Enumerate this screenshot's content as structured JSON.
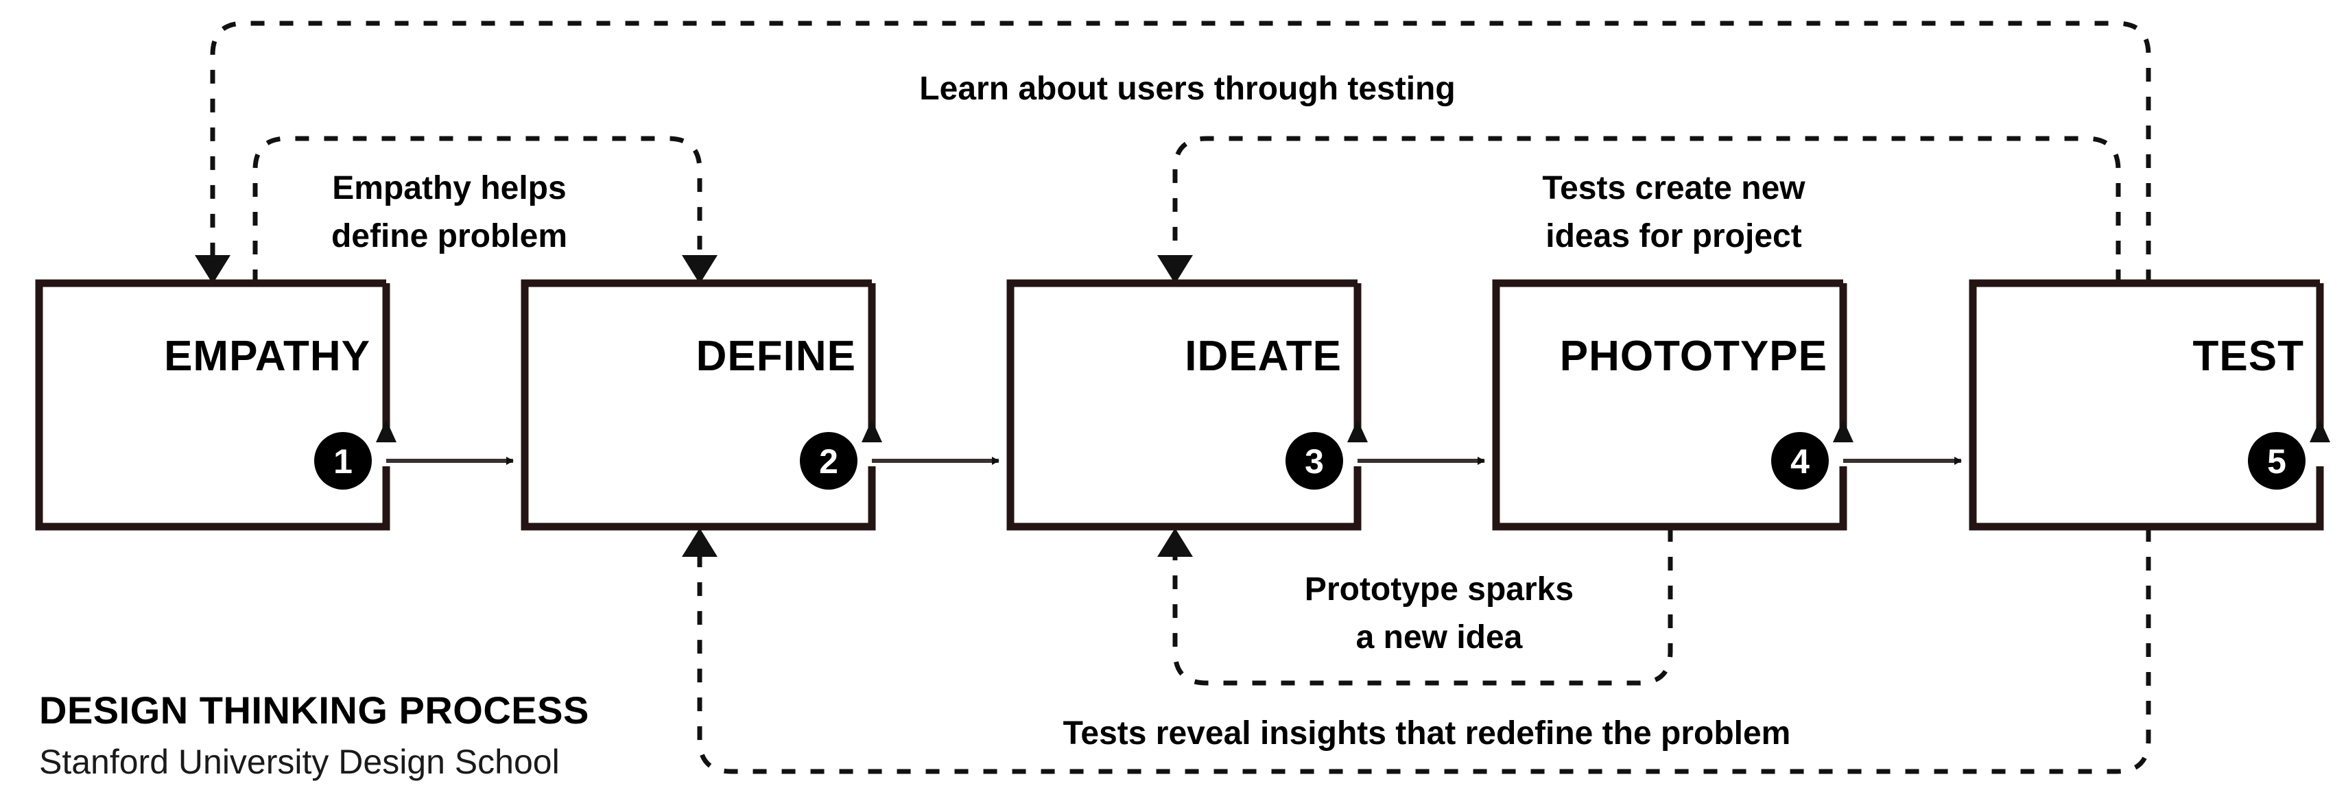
{
  "diagram": {
    "title": "DESIGN THINKING PROCESS",
    "subtitle": "Stanford University Design School",
    "colors": {
      "box_border": "#241414",
      "text": "#000000",
      "badge_fill": "#000000",
      "badge_text": "#ffffff",
      "flow_arrow": "#3a3030",
      "feedback_line": "#111111",
      "background": "#ffffff"
    },
    "stages": [
      {
        "number": "1",
        "label": "EMPATHY"
      },
      {
        "number": "2",
        "label": "DEFINE"
      },
      {
        "number": "3",
        "label": "IDEATE"
      },
      {
        "number": "4",
        "label": "PHOTOTYPE"
      },
      {
        "number": "5",
        "label": "TEST"
      }
    ],
    "feedback_loops": [
      {
        "id": "learn-about-users",
        "label_line1": "Learn about users through testing",
        "label_line2": "",
        "from": "TEST",
        "to": "EMPATHY",
        "route": "top-outer"
      },
      {
        "id": "empathy-helps-define",
        "label_line1": "Empathy helps",
        "label_line2": "define problem",
        "from": "EMPATHY",
        "to": "DEFINE",
        "route": "top-inner-left"
      },
      {
        "id": "tests-create-new-ideas",
        "label_line1": "Tests create new",
        "label_line2": "ideas for project",
        "from": "TEST",
        "to": "IDEATE",
        "route": "top-inner-right"
      },
      {
        "id": "prototype-sparks-idea",
        "label_line1": "Prototype sparks",
        "label_line2": "a new idea",
        "from": "PHOTOTYPE",
        "to": "IDEATE",
        "route": "bottom-inner"
      },
      {
        "id": "tests-reveal-insights",
        "label_line1": "Tests reveal insights that redefine the problem",
        "label_line2": "",
        "from": "TEST",
        "to": "DEFINE",
        "route": "bottom-outer"
      }
    ]
  }
}
